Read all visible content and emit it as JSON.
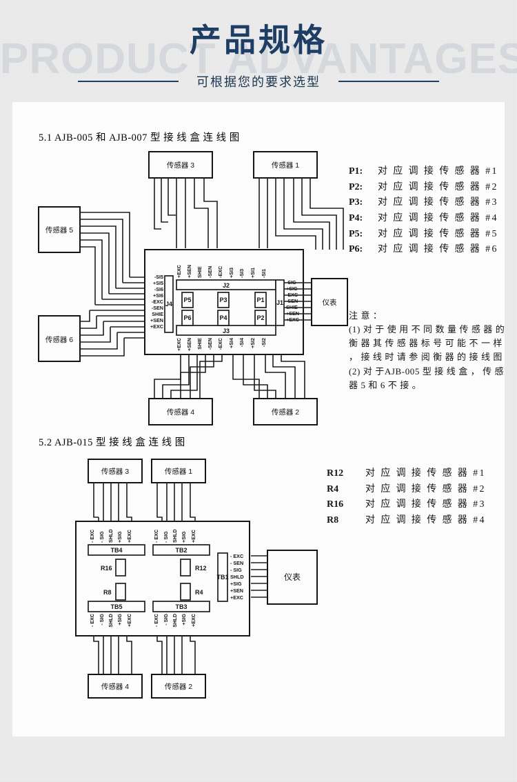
{
  "header": {
    "title": "产品规格",
    "watermark": "PRODUCT ADVANTAGES",
    "subtitle": "可根据您的要求选型",
    "accent_color": "#1b3c63",
    "watermark_color": "#d6dade"
  },
  "section1": {
    "title": "5.1 AJB-005 和 AJB-007 型 接 线 盒 连 线 图",
    "sensors": {
      "s1": "传感器 1",
      "s2": "传感器 2",
      "s3": "传感器 3",
      "s4": "传感器 4",
      "s5": "传感器 5",
      "s6": "传感器 6"
    },
    "instrument": "仪表",
    "terminals": {
      "j1_name": "J1",
      "j2_name": "J2",
      "j3_name": "J3",
      "j4_name": "J4",
      "j1": [
        "-SIG",
        "+SIG",
        "-EXC",
        "-SEN",
        "SHIE",
        "+SEN",
        "+EXC"
      ],
      "j2": [
        "+EXC",
        "+SEN",
        "SHIE",
        "-SEN",
        "-EXC",
        "+SI3",
        "-SI3",
        "+SI1",
        "-SI1"
      ],
      "j3": [
        "+EXC",
        "+SEN",
        "SHIE",
        "-SEN",
        "-EXC",
        "+SI4",
        "-SI4",
        "+SI2",
        "-SI2"
      ],
      "j4": [
        "-SI5",
        "+SI5",
        "-SI6",
        "+SI6",
        "-EXC",
        "-SEN",
        "SHIE",
        "+SEN",
        "+EXC"
      ]
    },
    "pots": [
      "P1",
      "P2",
      "P3",
      "P4",
      "P5",
      "P6"
    ],
    "legend": [
      {
        "key": "P1:",
        "value": "对 应 调 接 传 感 器 #1"
      },
      {
        "key": "P2:",
        "value": "对 应 调 接 传 感 器 #2"
      },
      {
        "key": "P3:",
        "value": "对 应 调 接 传 感 器 #3"
      },
      {
        "key": "P4:",
        "value": "对 应 调 接 传 感 器 #4"
      },
      {
        "key": "P5:",
        "value": "对 应 调 接 传 感 器 #5"
      },
      {
        "key": "P6:",
        "value": "对 应 调 接 传 感 器 #6"
      }
    ],
    "notes": {
      "heading": "注 意 ：",
      "item1": "(1) 对 于 使 用 不 同 数 量 传 感 器 的 衡 器 其 传 感 器 标 号 可 能 不 一 样 ， 接 线 时 请 参 阅 衡 器 的 接 线 图",
      "item2": "(2) 对 于AJB-005 型 接 线 盒 ， 传 感 器 5 和 6 不 接 。"
    }
  },
  "section2": {
    "title": "5.2 AJB-015 型 接 线 盒 连 线 图",
    "sensors": {
      "s1": "传感器 1",
      "s2": "传感器 2",
      "s3": "传感器 3",
      "s4": "传感器 4"
    },
    "instrument": "仪表",
    "terminals": {
      "tb1_name": "TB1",
      "tb2_name": "TB2",
      "tb3_name": "TB3",
      "tb4_name": "TB4",
      "tb5_name": "TB5",
      "tb1": [
        "- EXC",
        "- SEN",
        "- SIG",
        "SHLD",
        "+SIG",
        "+SEN",
        "+EXC"
      ],
      "tb_pins": [
        "- EXC",
        "- SIG",
        "SHLD",
        "+SIG",
        "+EXC"
      ]
    },
    "resistors": [
      "R12",
      "R4",
      "R16",
      "R8"
    ],
    "legend": [
      {
        "key": "R12",
        "value": "对 应 调 接 传 感 器 #1"
      },
      {
        "key": "R4",
        "value": "对 应 调 接 传 感 器 #2"
      },
      {
        "key": "R16",
        "value": "对 应 调 接 传 感 器 #3"
      },
      {
        "key": "R8",
        "value": "对 应 调 接 传 感 器 #4"
      }
    ]
  }
}
